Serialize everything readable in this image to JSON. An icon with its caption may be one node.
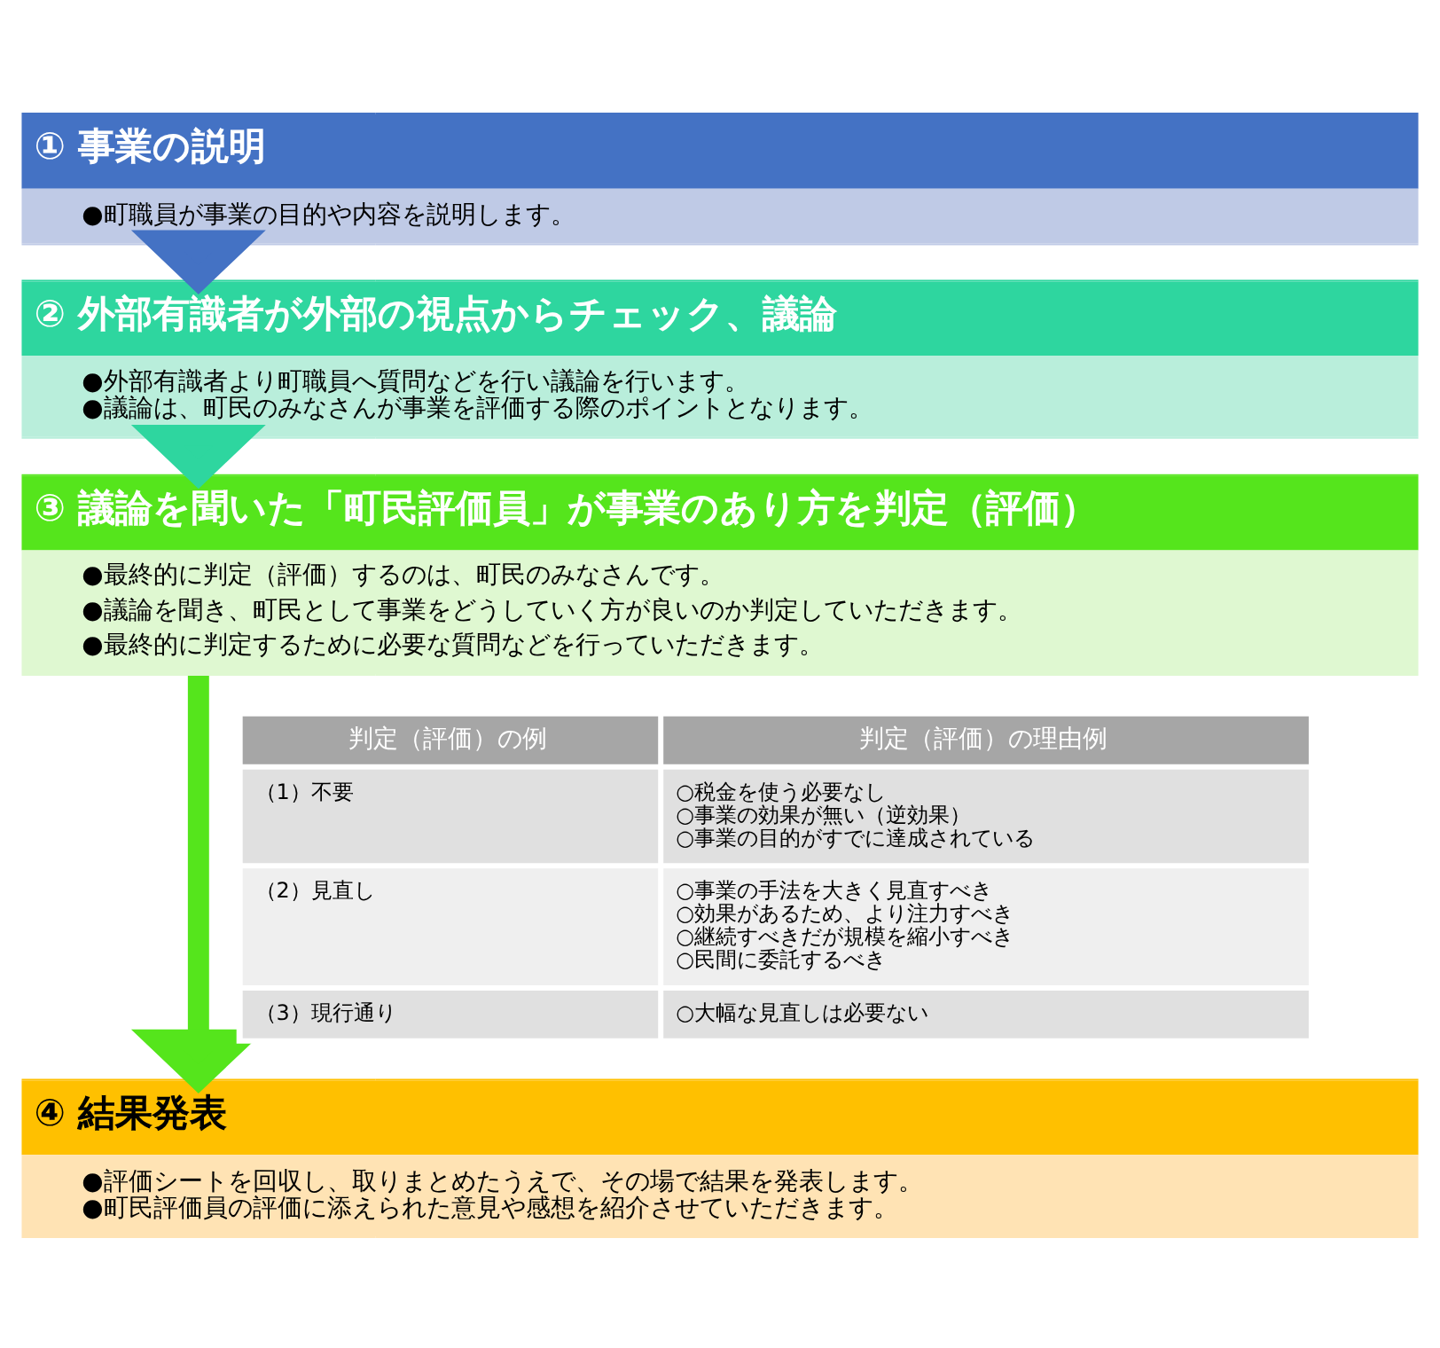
{
  "diagram": {
    "nodes": [
      {
        "text": [
          "① 事業の説明",
          "●町職員が事業の目的や内容を説明します。"
        ]
      },
      {
        "text": [
          "② 外部有識者が外部の視点からチェック、議論",
          "●外部有識者より町職員へ質問などを行い議論を行います。",
          "●議論は、町民のみなさんが事業を評価する際のポイントとなります。"
        ]
      },
      {
        "text": [
          "③ 議論を聞いた「町民評価員」が事業のあり方を判定（評価）",
          "●最終的に判定（評価）するのは、町民のみなさんです。",
          "●議論を聞き、町民として事業をどうしていく方が良いのか判定していただきます。",
          "●最終的に判定するために必要な質問などを行っていただきます。"
        ]
      },
      {
        "text": [
          "④ 結果発表",
          "●評価シートを回収し、取りまとめたうえで、その場で結果を発表します。",
          "●町民評価員の評価に添えられた意見や感想を紹介させていただきます。"
        ]
      }
    ],
    "edges": [
      {
        "from": 0,
        "to": 1,
        "arrow": "to",
        "color": "#4472c4"
      },
      {
        "from": 1,
        "to": 2,
        "arrow": "to",
        "color": "#2ed69f"
      },
      {
        "from": 2,
        "to": 3,
        "arrow": "to",
        "color": "#55e51c"
      }
    ],
    "labels": [
      "判定（評価）の例",
      "判定（評価）の理由例",
      "（1）不要",
      "○税金を使う必要なし",
      "○事業の効果が無い（逆効果）",
      "○事業の目的がすでに達成されている",
      "（2）見直し",
      "○事業の手法を大きく見直すべき",
      "○効果があるため、より注力すべき",
      "○継続すべきだが規模を縮小すべき",
      "○民間に委託するべき",
      "（3）現行通り",
      "○大幅な見直しは必要ない"
    ]
  }
}
